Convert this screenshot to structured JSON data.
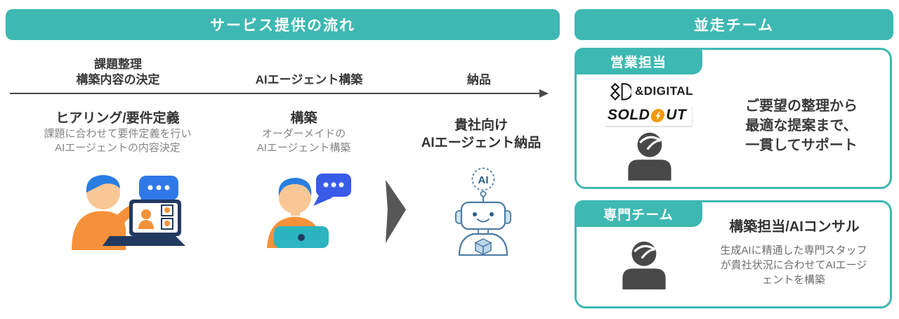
{
  "flow": {
    "header": "サービス提供の流れ",
    "phase1_line1": "課題整理",
    "phase1_line2": "構築内容の決定",
    "phase2": "AIエージェント構築",
    "phase3": "納品",
    "step1": {
      "title": "ヒアリング/要件定義",
      "desc1": "課題に合わせて要件定義を行い",
      "desc2": "AIエージェントの内容決定"
    },
    "step2": {
      "title": "構築",
      "desc1": "オーダーメイドの",
      "desc2": "AIエージェント構築"
    },
    "step3": {
      "line1": "貴社向け",
      "line2": "AIエージェント納品"
    },
    "robot_badge": "AI"
  },
  "team": {
    "header": "並走チーム",
    "sales": {
      "tag": "営業担当",
      "logo_and_digital": "&DIGITAL",
      "logo_soldout_left": "SOLD",
      "logo_soldout_right": "UT",
      "line1": "ご要望の整理から",
      "line2": "最適な提案まで、",
      "line3": "一貫してサポート"
    },
    "expert": {
      "tag": "専門チーム",
      "title": "構築担当/AIコンサル",
      "body1": "生成AIに精通した専門スタッフ",
      "body2": "が貴社状況に合わせてAIエージ",
      "body3": "ェントを構築"
    }
  },
  "icons": {
    "step1_illustration": "person-video-call-illustration",
    "step2_illustration": "person-laptop-illustration",
    "step3_illustration": "ai-robot-illustration",
    "flow_arrow": "chevron-right",
    "timeline_arrow": "arrow-right",
    "sales_avatar": "person-silhouette",
    "expert_avatar": "person-silhouette"
  },
  "colors": {
    "teal": "#3eb8b2",
    "dark_text": "#333333",
    "gray_text": "#858585",
    "soldout_orange": "#f39800",
    "bubble_blue": "#2f78e8",
    "chevron_gray": "#575757"
  }
}
